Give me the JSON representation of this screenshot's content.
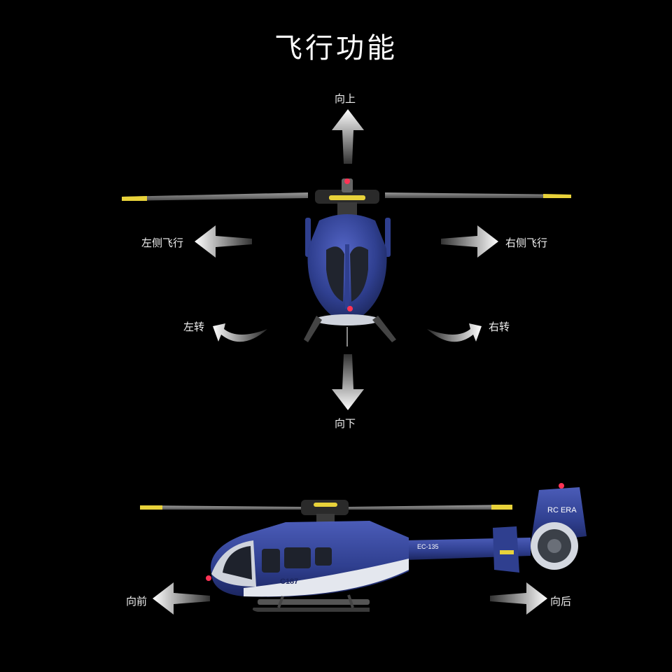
{
  "title": "飞行功能",
  "labels": {
    "up": "向上",
    "down": "向下",
    "left_side": "左侧飞行",
    "right_side": "右侧飞行",
    "turn_left": "左转",
    "turn_right": "右转",
    "forward": "向前",
    "backward": "向后"
  },
  "helicopter_markings": {
    "brand": "RC ERA",
    "model": "C187",
    "tail_code": "EC-135"
  },
  "colors": {
    "background": "#000000",
    "fuselage": "#2f3f8f",
    "blade_tip": "#e8d23a",
    "arrow": "#ffffff"
  }
}
